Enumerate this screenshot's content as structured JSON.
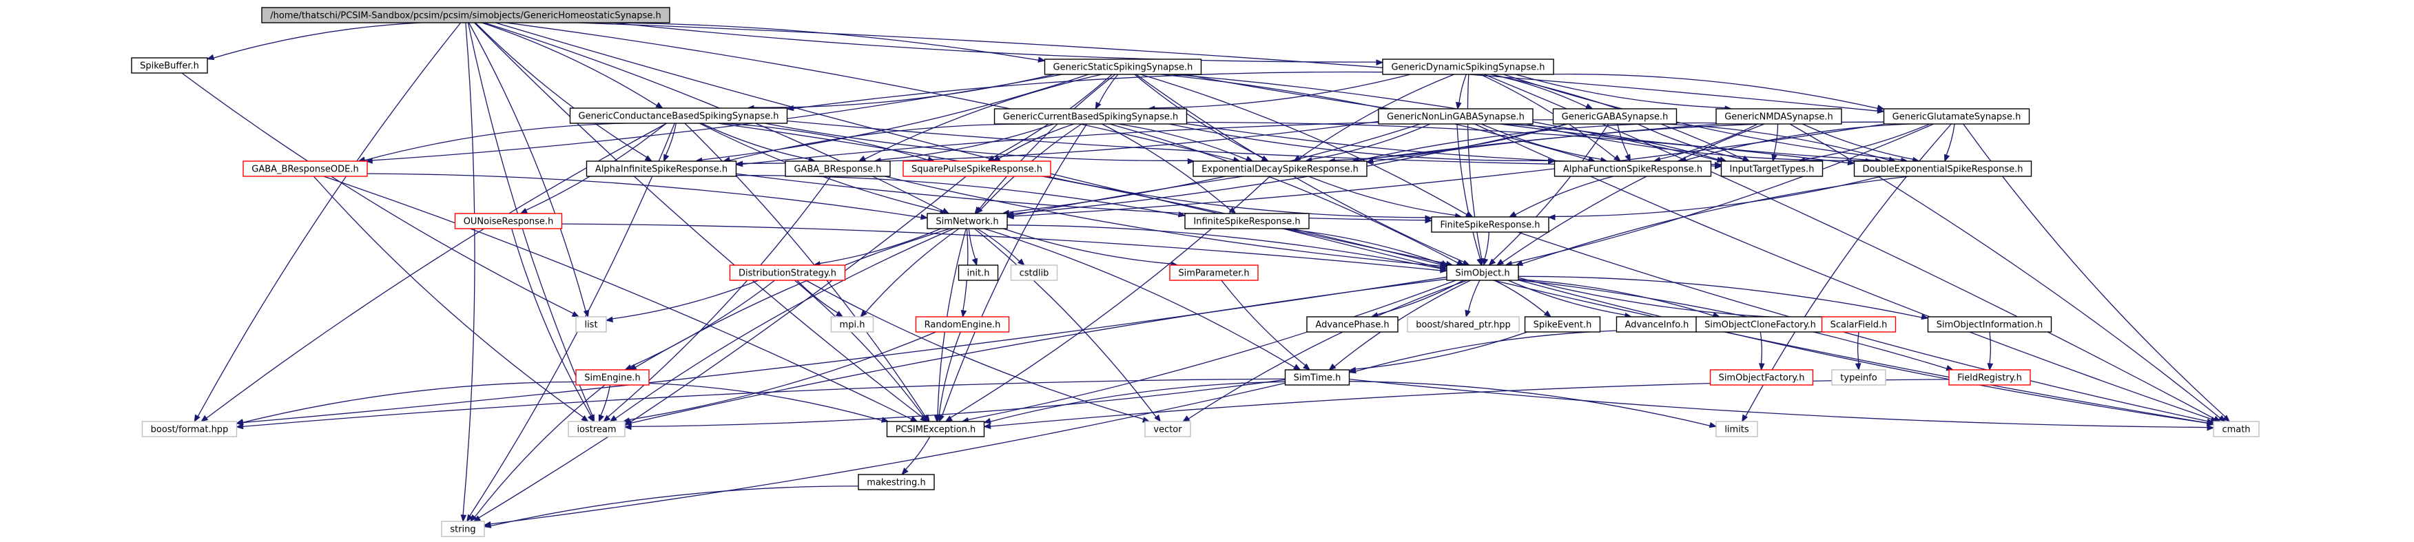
{
  "graph": {
    "colors": {
      "edge": "#191970",
      "border_default": "#000000",
      "border_external": "#bfbfbf",
      "border_truncated": "#ff0000",
      "fill_default": "#ffffff",
      "fill_root": "#bfbfbf",
      "text": "#000000"
    },
    "nodes": [
      {
        "id": "root",
        "label": "/home/thatschi/PCSIM-Sandbox/pcsim/pcsim/simobjects/GenericHomeostaticSynapse.h",
        "kind": "root",
        "name": "file-node-generic-homeostatic-synapse"
      },
      {
        "id": "spikebuffer",
        "label": "SpikeBuffer.h",
        "kind": "default",
        "name": "file-node-spike-buffer"
      },
      {
        "id": "gss",
        "label": "GenericStaticSpikingSynapse.h",
        "kind": "default",
        "name": "file-node-generic-static-spiking-synapse"
      },
      {
        "id": "gds",
        "label": "GenericDynamicSpikingSynapse.h",
        "kind": "default",
        "name": "file-node-generic-dynamic-spiking-synapse"
      },
      {
        "id": "gcbss",
        "label": "GenericConductanceBasedSpikingSynapse.h",
        "kind": "default",
        "name": "file-node-generic-conductance-based-spiking-synapse"
      },
      {
        "id": "gcurbss",
        "label": "GenericCurrentBasedSpikingSynapse.h",
        "kind": "default",
        "name": "file-node-generic-current-based-spiking-synapse"
      },
      {
        "id": "gnonlin",
        "label": "GenericNonLinGABASynapse.h",
        "kind": "default",
        "name": "file-node-generic-nonlin-gaba-synapse"
      },
      {
        "id": "ggaba",
        "label": "GenericGABASynapse.h",
        "kind": "default",
        "name": "file-node-generic-gaba-synapse"
      },
      {
        "id": "gnmda",
        "label": "GenericNMDASynapse.h",
        "kind": "default",
        "name": "file-node-generic-nmda-synapse"
      },
      {
        "id": "gglut",
        "label": "GenericGlutamateSynapse.h",
        "kind": "default",
        "name": "file-node-generic-glutamate-synapse"
      },
      {
        "id": "gabaode",
        "label": "GABA_BResponseODE.h",
        "kind": "truncated",
        "name": "file-node-gaba-b-response-ode"
      },
      {
        "id": "alphainf",
        "label": "AlphaInfiniteSpikeResponse.h",
        "kind": "default",
        "name": "file-node-alpha-infinite-spike-response"
      },
      {
        "id": "gabab",
        "label": "GABA_BResponse.h",
        "kind": "default",
        "name": "file-node-gaba-b-response"
      },
      {
        "id": "squarepulse",
        "label": "SquarePulseSpikeResponse.h",
        "kind": "truncated",
        "name": "file-node-square-pulse-spike-response"
      },
      {
        "id": "expdecay",
        "label": "ExponentialDecaySpikeResponse.h",
        "kind": "default",
        "name": "file-node-exponential-decay-spike-response"
      },
      {
        "id": "alphafunc",
        "label": "AlphaFunctionSpikeResponse.h",
        "kind": "default",
        "name": "file-node-alpha-function-spike-response"
      },
      {
        "id": "inputtarget",
        "label": "InputTargetTypes.h",
        "kind": "default",
        "name": "file-node-input-target-types"
      },
      {
        "id": "doubleexp",
        "label": "DoubleExponentialSpikeResponse.h",
        "kind": "default",
        "name": "file-node-double-exponential-spike-response"
      },
      {
        "id": "ounoise",
        "label": "OUNoiseResponse.h",
        "kind": "truncated",
        "name": "file-node-ou-noise-response"
      },
      {
        "id": "simnetwork",
        "label": "SimNetwork.h",
        "kind": "default",
        "name": "file-node-sim-network"
      },
      {
        "id": "infinite",
        "label": "InfiniteSpikeResponse.h",
        "kind": "default",
        "name": "file-node-infinite-spike-response"
      },
      {
        "id": "finite",
        "label": "FiniteSpikeResponse.h",
        "kind": "default",
        "name": "file-node-finite-spike-response"
      },
      {
        "id": "diststrat",
        "label": "DistributionStrategy.h",
        "kind": "truncated",
        "name": "file-node-distribution-strategy"
      },
      {
        "id": "inith",
        "label": "init.h",
        "kind": "default",
        "name": "file-node-init"
      },
      {
        "id": "cstdlib",
        "label": "cstdlib",
        "kind": "external",
        "name": "file-node-cstdlib"
      },
      {
        "id": "simparam",
        "label": "SimParameter.h",
        "kind": "truncated",
        "name": "file-node-sim-parameter"
      },
      {
        "id": "simobject",
        "label": "SimObject.h",
        "kind": "default",
        "name": "file-node-sim-object"
      },
      {
        "id": "list",
        "label": "list",
        "kind": "external",
        "name": "file-node-list"
      },
      {
        "id": "mpih",
        "label": "mpi.h",
        "kind": "external",
        "name": "file-node-mpi"
      },
      {
        "id": "randomengine",
        "label": "RandomEngine.h",
        "kind": "truncated",
        "name": "file-node-random-engine"
      },
      {
        "id": "advancephase",
        "label": "AdvancePhase.h",
        "kind": "default",
        "name": "file-node-advance-phase"
      },
      {
        "id": "sharedptr",
        "label": "boost/shared_ptr.hpp",
        "kind": "external",
        "name": "file-node-boost-shared-ptr"
      },
      {
        "id": "spikeevent",
        "label": "SpikeEvent.h",
        "kind": "default",
        "name": "file-node-spike-event"
      },
      {
        "id": "advanceinfo",
        "label": "AdvanceInfo.h",
        "kind": "default",
        "name": "file-node-advance-info"
      },
      {
        "id": "clonefactory",
        "label": "SimObjectCloneFactory.h",
        "kind": "default",
        "name": "file-node-sim-object-clone-factory"
      },
      {
        "id": "scalarfield",
        "label": "ScalarField.h",
        "kind": "truncated",
        "name": "file-node-scalar-field"
      },
      {
        "id": "siminfo",
        "label": "SimObjectInformation.h",
        "kind": "default",
        "name": "file-node-sim-object-information"
      },
      {
        "id": "simengine",
        "label": "SimEngine.h",
        "kind": "truncated",
        "name": "file-node-sim-engine"
      },
      {
        "id": "simtime",
        "label": "SimTime.h",
        "kind": "default",
        "name": "file-node-sim-time"
      },
      {
        "id": "simobjfactory",
        "label": "SimObjectFactory.h",
        "kind": "truncated",
        "name": "file-node-sim-object-factory"
      },
      {
        "id": "typeinfo",
        "label": "typeinfo",
        "kind": "external",
        "name": "file-node-typeinfo"
      },
      {
        "id": "fieldreg",
        "label": "FieldRegistry.h",
        "kind": "truncated",
        "name": "file-node-field-registry"
      },
      {
        "id": "boostformat",
        "label": "boost/format.hpp",
        "kind": "external",
        "name": "file-node-boost-format"
      },
      {
        "id": "iostream",
        "label": "iostream",
        "kind": "external",
        "name": "file-node-iostream"
      },
      {
        "id": "pcsimexc",
        "label": "PCSIMException.h",
        "kind": "default",
        "name": "file-node-pcsim-exception"
      },
      {
        "id": "vector",
        "label": "vector",
        "kind": "external",
        "name": "file-node-vector"
      },
      {
        "id": "limits",
        "label": "limits",
        "kind": "external",
        "name": "file-node-limits"
      },
      {
        "id": "cmath",
        "label": "cmath",
        "kind": "external",
        "name": "file-node-cmath"
      },
      {
        "id": "makestring",
        "label": "makestring.h",
        "kind": "default",
        "name": "file-node-makestring"
      },
      {
        "id": "string",
        "label": "string",
        "kind": "external",
        "name": "file-node-string"
      }
    ],
    "edges": [
      [
        "root",
        "spikebuffer"
      ],
      [
        "root",
        "gss"
      ],
      [
        "root",
        "gds"
      ],
      [
        "root",
        "gcbss"
      ],
      [
        "root",
        "boostformat"
      ],
      [
        "root",
        "string"
      ],
      [
        "root",
        "pcsimexc"
      ],
      [
        "root",
        "list"
      ],
      [
        "root",
        "alphainf"
      ],
      [
        "root",
        "expdecay"
      ],
      [
        "root",
        "simobject"
      ],
      [
        "root",
        "simnetwork"
      ],
      [
        "root",
        "iostream"
      ],
      [
        "root",
        "gglut"
      ],
      [
        "spikebuffer",
        "list"
      ],
      [
        "gss",
        "gcbss"
      ],
      [
        "gss",
        "gcurbss"
      ],
      [
        "gss",
        "alphainf"
      ],
      [
        "gss",
        "gabab"
      ],
      [
        "gss",
        "squarepulse"
      ],
      [
        "gss",
        "expdecay"
      ],
      [
        "gss",
        "alphafunc"
      ],
      [
        "gss",
        "doubleexp"
      ],
      [
        "gss",
        "inputtarget"
      ],
      [
        "gss",
        "simnetwork"
      ],
      [
        "gss",
        "finite"
      ],
      [
        "gss",
        "simobject"
      ],
      [
        "gss",
        "gabaode"
      ],
      [
        "gds",
        "gcbss"
      ],
      [
        "gds",
        "gcurbss"
      ],
      [
        "gds",
        "gnonlin"
      ],
      [
        "gds",
        "ggaba"
      ],
      [
        "gds",
        "gnmda"
      ],
      [
        "gds",
        "gglut"
      ],
      [
        "gds",
        "expdecay"
      ],
      [
        "gds",
        "alphafunc"
      ],
      [
        "gds",
        "doubleexp"
      ],
      [
        "gds",
        "inputtarget"
      ],
      [
        "gds",
        "simobject"
      ],
      [
        "gds",
        "cmath"
      ],
      [
        "gcbss",
        "gabaode"
      ],
      [
        "gcbss",
        "alphainf"
      ],
      [
        "gcbss",
        "gabab"
      ],
      [
        "gcbss",
        "squarepulse"
      ],
      [
        "gcbss",
        "expdecay"
      ],
      [
        "gcbss",
        "ounoise"
      ],
      [
        "gcbss",
        "simnetwork"
      ],
      [
        "gcbss",
        "simobject"
      ],
      [
        "gcbss",
        "boostformat"
      ],
      [
        "gcbss",
        "string"
      ],
      [
        "gcbss",
        "inputtarget"
      ],
      [
        "gcbss",
        "pcsimexc"
      ],
      [
        "gcurbss",
        "alphainf"
      ],
      [
        "gcurbss",
        "gabab"
      ],
      [
        "gcurbss",
        "squarepulse"
      ],
      [
        "gcurbss",
        "expdecay"
      ],
      [
        "gcurbss",
        "alphafunc"
      ],
      [
        "gcurbss",
        "doubleexp"
      ],
      [
        "gcurbss",
        "simnetwork"
      ],
      [
        "gcurbss",
        "simobject"
      ],
      [
        "gcurbss",
        "inputtarget"
      ],
      [
        "gcurbss",
        "infinite"
      ],
      [
        "gcurbss",
        "pcsimexc"
      ],
      [
        "gnonlin",
        "expdecay"
      ],
      [
        "gnonlin",
        "alphafunc"
      ],
      [
        "gnonlin",
        "inputtarget"
      ],
      [
        "gnonlin",
        "simobject"
      ],
      [
        "gnonlin",
        "simnetwork"
      ],
      [
        "gnonlin",
        "cmath"
      ],
      [
        "gnonlin",
        "alphainf"
      ],
      [
        "gnonlin",
        "doubleexp"
      ],
      [
        "ggaba",
        "expdecay"
      ],
      [
        "ggaba",
        "alphafunc"
      ],
      [
        "ggaba",
        "doubleexp"
      ],
      [
        "ggaba",
        "inputtarget"
      ],
      [
        "ggaba",
        "simobject"
      ],
      [
        "ggaba",
        "alphainf"
      ],
      [
        "ggaba",
        "simnetwork"
      ],
      [
        "gnmda",
        "expdecay"
      ],
      [
        "gnmda",
        "alphafunc"
      ],
      [
        "gnmda",
        "doubleexp"
      ],
      [
        "gnmda",
        "inputtarget"
      ],
      [
        "gnmda",
        "simobject"
      ],
      [
        "gnmda",
        "cmath"
      ],
      [
        "gnmda",
        "simnetwork"
      ],
      [
        "gglut",
        "doubleexp"
      ],
      [
        "gglut",
        "alphafunc"
      ],
      [
        "gglut",
        "inputtarget"
      ],
      [
        "gglut",
        "expdecay"
      ],
      [
        "gglut",
        "simobject"
      ],
      [
        "gglut",
        "cmath"
      ],
      [
        "gglut",
        "simnetwork"
      ],
      [
        "gglut",
        "limits"
      ],
      [
        "gabaode",
        "simnetwork"
      ],
      [
        "gabaode",
        "iostream"
      ],
      [
        "gabaode",
        "pcsimexc"
      ],
      [
        "alphainf",
        "finite"
      ],
      [
        "alphainf",
        "infinite"
      ],
      [
        "gabab",
        "simobject"
      ],
      [
        "gabab",
        "iostream"
      ],
      [
        "squarepulse",
        "finite"
      ],
      [
        "squarepulse",
        "string"
      ],
      [
        "expdecay",
        "finite"
      ],
      [
        "expdecay",
        "pcsimexc"
      ],
      [
        "alphafunc",
        "finite"
      ],
      [
        "doubleexp",
        "finite"
      ],
      [
        "doubleexp",
        "simobject"
      ],
      [
        "ounoise",
        "simobject"
      ],
      [
        "ounoise",
        "iostream"
      ],
      [
        "simnetwork",
        "diststrat"
      ],
      [
        "simnetwork",
        "inith"
      ],
      [
        "simnetwork",
        "cstdlib"
      ],
      [
        "simnetwork",
        "simparam"
      ],
      [
        "simnetwork",
        "simobject"
      ],
      [
        "simnetwork",
        "mpih"
      ],
      [
        "simnetwork",
        "randomengine"
      ],
      [
        "simnetwork",
        "simengine"
      ],
      [
        "simnetwork",
        "vector"
      ],
      [
        "simnetwork",
        "pcsimexc"
      ],
      [
        "simnetwork",
        "simtime"
      ],
      [
        "simnetwork",
        "iostream"
      ],
      [
        "infinite",
        "simobject"
      ],
      [
        "infinite",
        "cmath"
      ],
      [
        "finite",
        "simobject"
      ],
      [
        "finite",
        "cmath"
      ],
      [
        "diststrat",
        "list"
      ],
      [
        "diststrat",
        "mpih"
      ],
      [
        "diststrat",
        "simengine"
      ],
      [
        "diststrat",
        "vector"
      ],
      [
        "diststrat",
        "pcsimexc"
      ],
      [
        "simparam",
        "simtime"
      ],
      [
        "simobject",
        "advancephase"
      ],
      [
        "simobject",
        "sharedptr"
      ],
      [
        "simobject",
        "spikeevent"
      ],
      [
        "simobject",
        "advanceinfo"
      ],
      [
        "simobject",
        "clonefactory"
      ],
      [
        "simobject",
        "scalarfield"
      ],
      [
        "simobject",
        "siminfo"
      ],
      [
        "simobject",
        "iostream"
      ],
      [
        "simobject",
        "boostformat"
      ],
      [
        "simobject",
        "cmath"
      ],
      [
        "simobject",
        "fieldreg"
      ],
      [
        "simobject",
        "simtime"
      ],
      [
        "simobject",
        "pcsimexc"
      ],
      [
        "simobject",
        "vector"
      ],
      [
        "randomengine",
        "iostream"
      ],
      [
        "randomengine",
        "pcsimexc"
      ],
      [
        "spikeevent",
        "simtime"
      ],
      [
        "advanceinfo",
        "simtime"
      ],
      [
        "clonefactory",
        "simobjfactory"
      ],
      [
        "scalarfield",
        "typeinfo"
      ],
      [
        "siminfo",
        "fieldreg"
      ],
      [
        "fieldreg",
        "pcsimexc"
      ],
      [
        "simengine",
        "iostream"
      ],
      [
        "simengine",
        "boostformat"
      ],
      [
        "simengine",
        "pcsimexc"
      ],
      [
        "simengine",
        "string"
      ],
      [
        "simtime",
        "iostream"
      ],
      [
        "simtime",
        "pcsimexc"
      ],
      [
        "simtime",
        "limits"
      ],
      [
        "simtime",
        "cmath"
      ],
      [
        "simtime",
        "string"
      ],
      [
        "simtime",
        "boostformat"
      ],
      [
        "pcsimexc",
        "makestring"
      ],
      [
        "makestring",
        "string"
      ]
    ]
  }
}
